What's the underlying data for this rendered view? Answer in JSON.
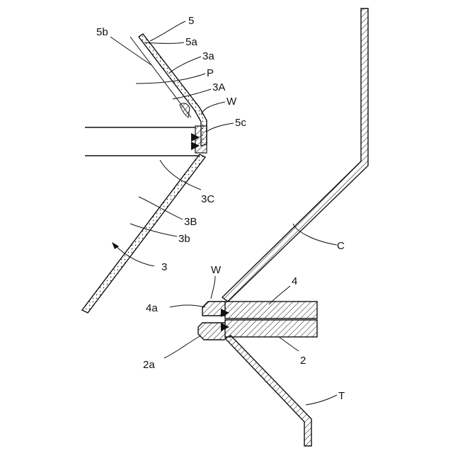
{
  "figure": {
    "labels": {
      "l5": "5",
      "l5a": "5a",
      "l5b": "5b",
      "l3a": "3a",
      "lP": "P",
      "l3A": "3A",
      "lW_top": "W",
      "l5c": "5c",
      "l3C": "3C",
      "l3B": "3B",
      "l3b": "3b",
      "l3": "3",
      "lC": "C",
      "lW_bottom": "W",
      "l4": "4",
      "l4a": "4a",
      "l2a": "2a",
      "l2": "2",
      "lT": "T"
    }
  }
}
